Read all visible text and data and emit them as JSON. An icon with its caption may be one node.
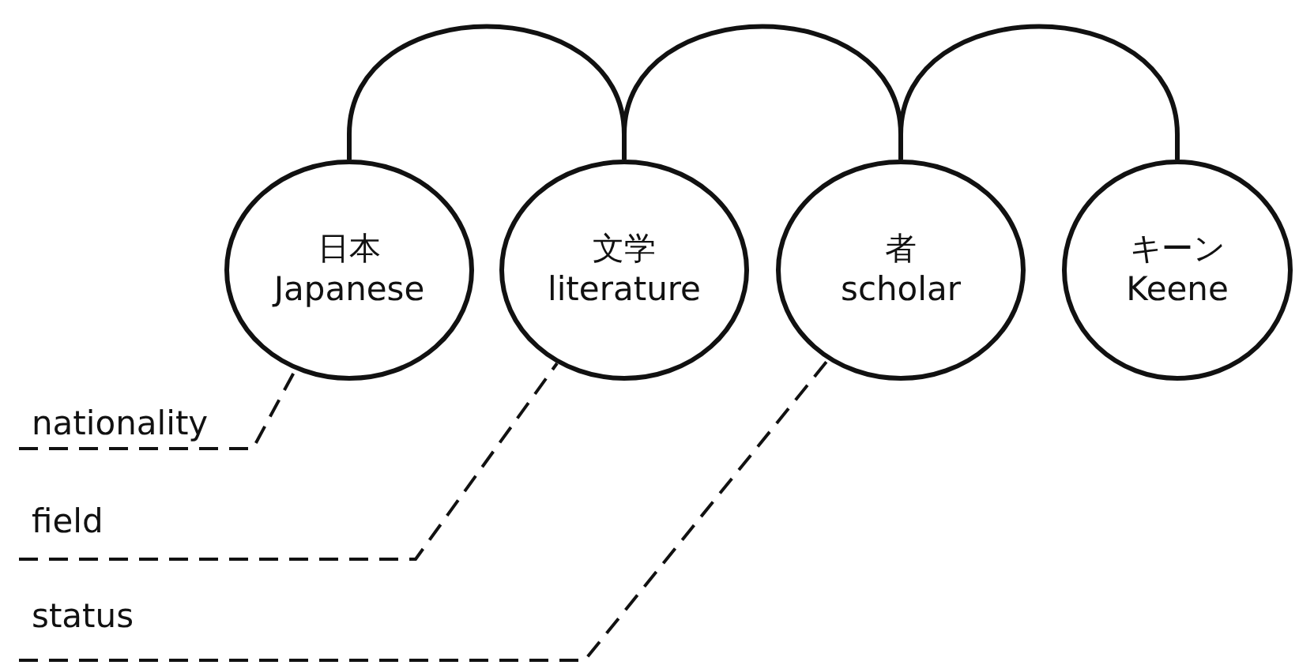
{
  "diagram": {
    "nodes": [
      {
        "text": [
          "日本",
          "Japanese"
        ]
      },
      {
        "text": [
          "文学",
          "literature"
        ]
      },
      {
        "text": [
          "者",
          "scholar"
        ]
      },
      {
        "text": [
          "キーン",
          "Keene"
        ]
      },
      {
        "text": [
          "nationality"
        ]
      },
      {
        "text": [
          "field"
        ]
      },
      {
        "text": [
          "status"
        ]
      }
    ],
    "edges": [
      {
        "from": 0,
        "to": 1,
        "arrow": "none"
      },
      {
        "from": 1,
        "to": 2,
        "arrow": "none"
      },
      {
        "from": 2,
        "to": 3,
        "arrow": "none"
      },
      {
        "from": 4,
        "to": 0,
        "arrow": "none",
        "style": "dashed"
      },
      {
        "from": 5,
        "to": 1,
        "arrow": "none",
        "style": "dashed"
      },
      {
        "from": 6,
        "to": 2,
        "arrow": "none",
        "style": "dashed"
      }
    ]
  }
}
